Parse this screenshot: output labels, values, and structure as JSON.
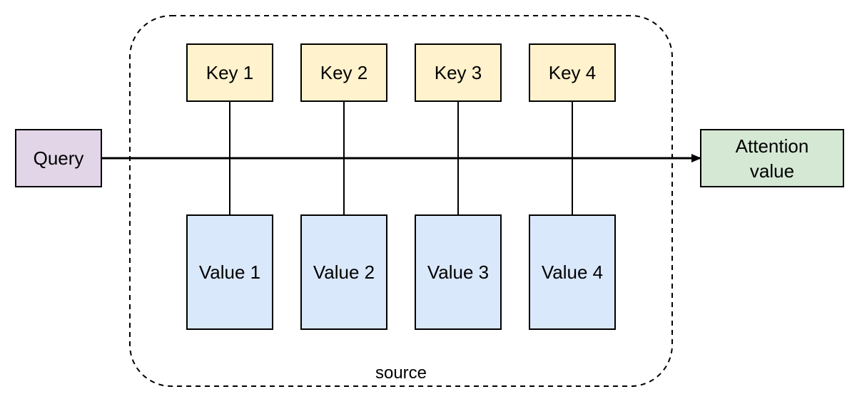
{
  "diagram": {
    "query": {
      "label": "Query",
      "fill": "#e1d5e7"
    },
    "keys": [
      {
        "label": "Key 1"
      },
      {
        "label": "Key 2"
      },
      {
        "label": "Key 3"
      },
      {
        "label": "Key 4"
      }
    ],
    "values": [
      {
        "label": "Value 1"
      },
      {
        "label": "Value 2"
      },
      {
        "label": "Value 3"
      },
      {
        "label": "Value 4"
      }
    ],
    "output": {
      "line1": "Attention",
      "line2": "value",
      "fill": "#d5e8d4"
    },
    "group": {
      "label": "source"
    },
    "colors": {
      "key_fill": "#fff2cc",
      "value_fill": "#dae8fc",
      "stroke": "#000000"
    }
  }
}
